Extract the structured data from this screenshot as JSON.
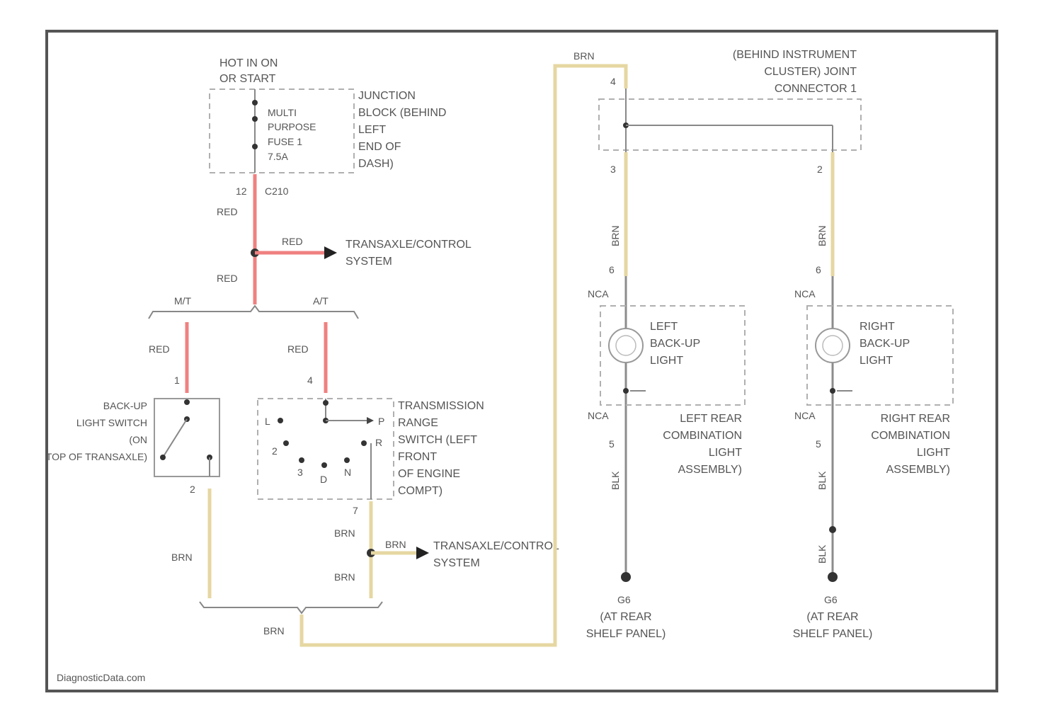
{
  "colors": {
    "red_wire": "#f08080",
    "yellow_wire": "#e6d7a2",
    "gray_wire": "#8c8c8c",
    "frame": "#555555"
  },
  "fuse_block": {
    "header": [
      "HOT IN ON",
      "OR START"
    ],
    "fuse": [
      "MULTI",
      "PURPOSE",
      "FUSE 1",
      "7.5A"
    ],
    "junction": [
      "JUNCTION",
      "BLOCK (BEHIND",
      "LEFT",
      "END OF",
      "DASH)"
    ],
    "pin": "12",
    "connector": "C210"
  },
  "wires": {
    "red": "RED",
    "brn": "BRN",
    "nca": "NCA",
    "blk": "BLK"
  },
  "transaxle_ctrl": [
    "TRANSAXLE/CONTROL",
    "SYSTEM"
  ],
  "split_top": {
    "mt": "M/T",
    "at": "A/T"
  },
  "backup_switch": {
    "label": [
      "BACK-UP",
      "LIGHT SWITCH",
      "(ON",
      "TOP OF TRANSAXLE)"
    ],
    "pin_top": "1",
    "pin_bottom": "2"
  },
  "range_switch": {
    "label": [
      "TRANSMISSION",
      "RANGE",
      "SWITCH (LEFT",
      "FRONT",
      "OF ENGINE",
      "COMPT)"
    ],
    "pin_top": "4",
    "pin_bottom": "7",
    "positions": [
      "L",
      "P",
      "2",
      "R",
      "3",
      "D",
      "N"
    ]
  },
  "joint_connector": {
    "label": [
      "(BEHIND INSTRUMENT",
      "CLUSTER) JOINT",
      "CONNECTOR 1"
    ],
    "pins": [
      "4",
      "3",
      "2"
    ]
  },
  "left_light": {
    "label": [
      "LEFT",
      "BACK-UP",
      "LIGHT"
    ],
    "assembly": [
      "LEFT REAR",
      "COMBINATION",
      "LIGHT",
      "ASSEMBLY)"
    ],
    "pin_top": "6",
    "pin_bottom": "5",
    "ground": [
      "G6",
      "(AT REAR",
      "SHELF PANEL)"
    ]
  },
  "right_light": {
    "label": [
      "RIGHT",
      "BACK-UP",
      "LIGHT"
    ],
    "assembly": [
      "RIGHT REAR",
      "COMBINATION",
      "LIGHT",
      "ASSEMBLY)"
    ],
    "pin_top": "6",
    "pin_bottom": "5",
    "ground": [
      "G6",
      "(AT REAR",
      "SHELF PANEL)"
    ]
  },
  "watermark": "DiagnosticData.com"
}
